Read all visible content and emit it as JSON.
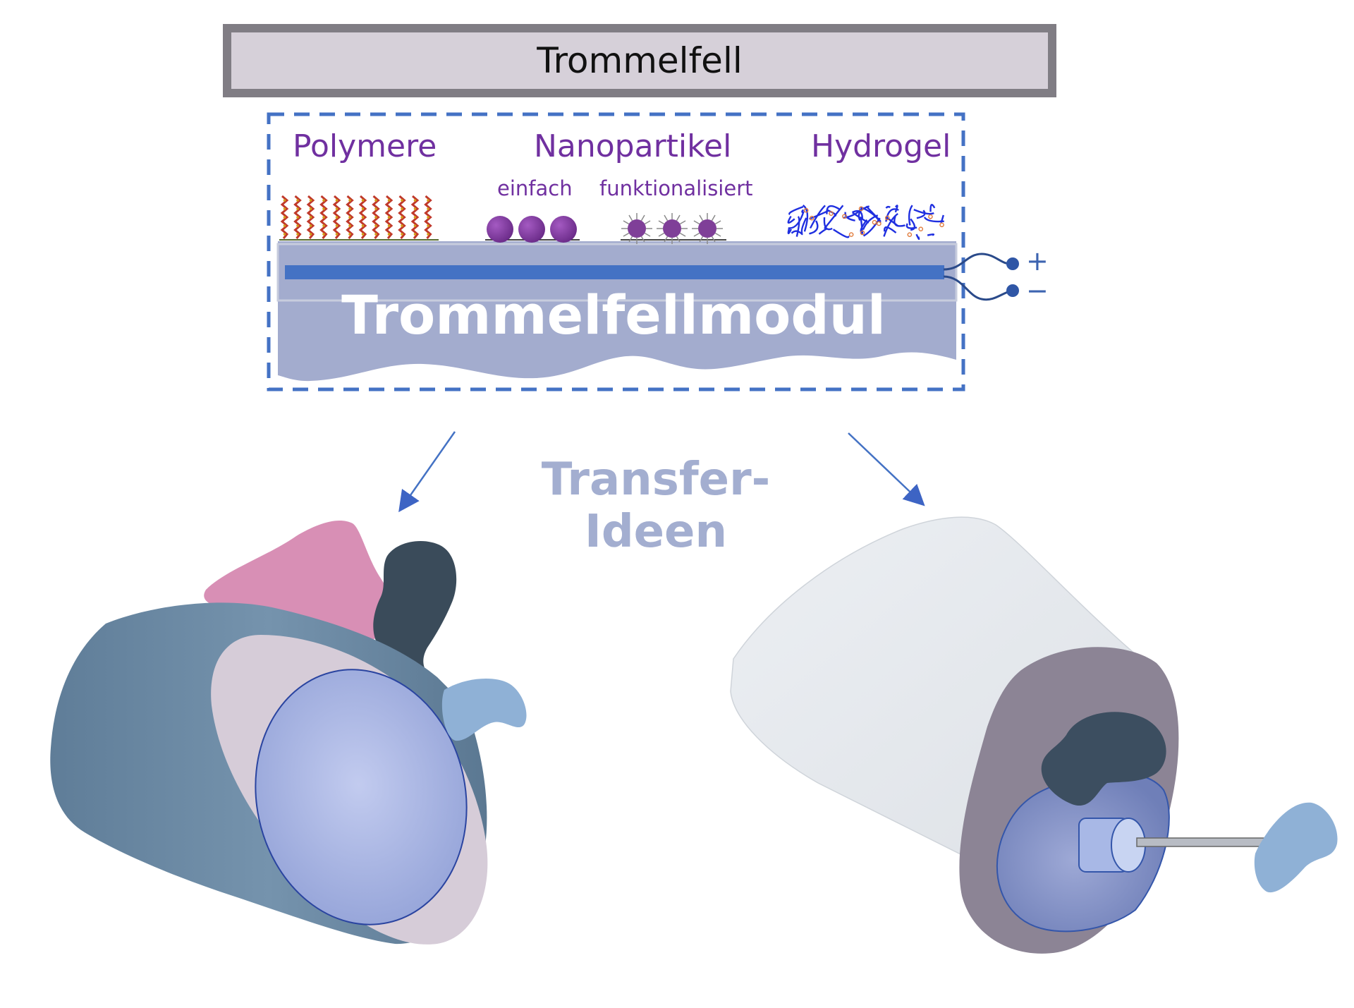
{
  "header": {
    "title": "Trommelfell"
  },
  "categories": {
    "polymers": "Polymere",
    "nanoparticles": "Nanopartikel",
    "hydrogel": "Hydrogel"
  },
  "nanoparticle_variants": {
    "simple": "einfach",
    "functionalized": "funktionalisiert"
  },
  "module": {
    "title": "Trommelfellmodul"
  },
  "terminals": {
    "plus": "+",
    "minus": "−"
  },
  "transfer": {
    "label": "Transfer-Ideen"
  },
  "colors": {
    "header_fill": "#d6d0d9",
    "header_border": "#807d84",
    "category_text": "#7030a0",
    "dashed_frame": "#4472c4",
    "module_fill": "#a3acce",
    "electrode": "#4472c4",
    "transfer_text": "#a3aed0",
    "polymer_chain": "#c0392b",
    "particle": "#7f3f98",
    "hydrogel_mesh": "#1f2fe0"
  },
  "icons": {
    "polymer": "polymer-brush-icon",
    "particle": "nanoparticle-icon",
    "functional_particle": "functionalized-nanoparticle-icon",
    "hydrogel": "hydrogel-network-icon"
  }
}
